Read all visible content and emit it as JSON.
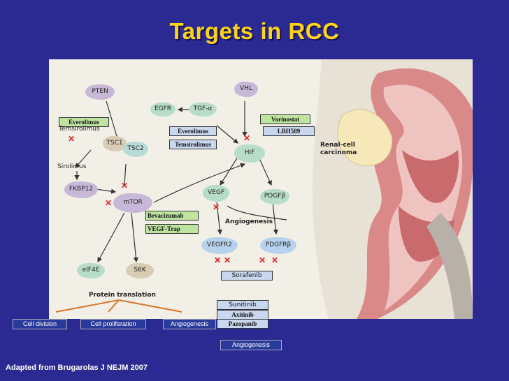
{
  "title": "Targets in RCC",
  "nodes": {
    "pten": "PTEN",
    "vhl": "VHL",
    "egfr": "EGFR",
    "tgf": "TGF-α",
    "tsc1": "TSC1",
    "tsc2": "TSC2",
    "sirolimus": "Sirolimus",
    "fkbp12": "FKBP12",
    "mtor": "mTOR",
    "hif": "HIF",
    "vegf": "VEGF",
    "pdgfb": "PDGFβ",
    "vegfr2": "VEGFR2",
    "pdgfrb": "PDGFRβ",
    "eif4e": "eIF4E",
    "s6k": "S6K"
  },
  "drugs": {
    "everolimus_left": "Everolimus",
    "temsirolimus_left": "Temsirolimus",
    "everolimus_mid": "Everolimus",
    "temsirolimus_mid": "Temsirolimus",
    "vorinostat": "Vorinostat",
    "lbh589": "LBH589",
    "bevacizumab": "Bevacizumab",
    "vegf_trap": "VEGF-Trap",
    "sorafenib": "Sorafenib",
    "sunitinib": "Sunitinib",
    "axitinib": "Axitinib",
    "pazopanib": "Pazopanib"
  },
  "labels": {
    "angiogenesis_mid": "Angiogenesis",
    "protein_translation": "Protein translation",
    "renal_cell": "Renal-cell",
    "carcinoma": "carcinoma"
  },
  "outcomes": {
    "cell_division": "Cell division",
    "cell_proliferation": "Cell proliferation",
    "angiogenesis_left": "Angiogenesis",
    "angiogenesis_right": "Angiogenesis"
  },
  "footnote": "Adapted from Brugarolas J NEJM 2007",
  "colors": {
    "background": "#2a2a92",
    "title": "#ffd21a",
    "drug_box_green": "#bfe3a0",
    "drug_box_blue": "#c9d7ef",
    "inhibit_mark": "#e0212c",
    "arrow_orange": "#d9782a"
  }
}
